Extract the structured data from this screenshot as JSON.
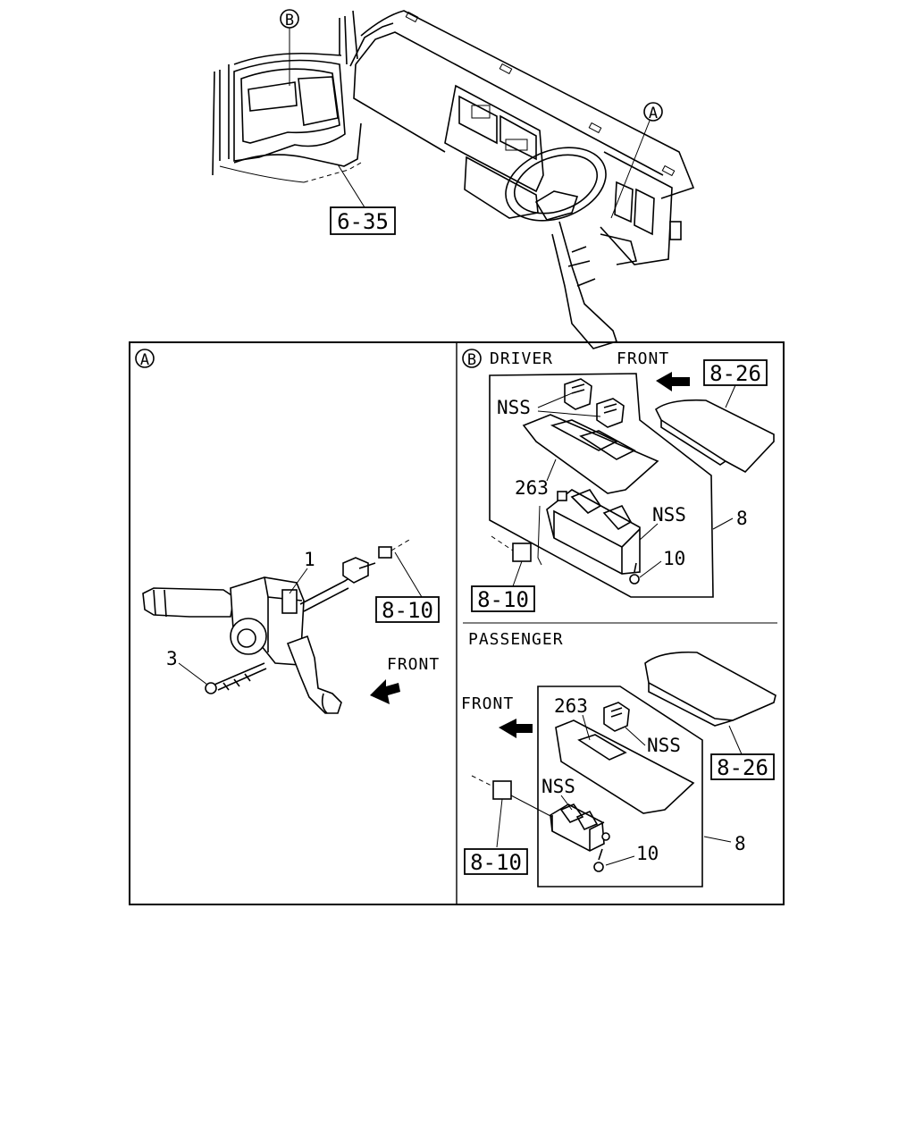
{
  "overview": {
    "callout_b": "B",
    "callout_a": "A",
    "ref_dashboard": "6-35"
  },
  "panel_a": {
    "tag": "A",
    "part_switch": "1",
    "part_screw": "3",
    "ref_connector": "8-10",
    "front_label": "FRONT"
  },
  "panel_b": {
    "tag": "B",
    "title": "DRIVER",
    "front_label": "FRONT",
    "ref_trim": "8-26",
    "nss_top": "NSS",
    "nss_right": "NSS",
    "part_bezel": "263",
    "part_assy": "8",
    "part_screw": "10",
    "ref_connector": "8-10"
  },
  "panel_passenger": {
    "title": "PASSENGER",
    "front_label": "FRONT",
    "part_bezel": "263",
    "nss_right": "NSS",
    "nss_left": "NSS",
    "ref_trim": "8-26",
    "part_assy": "8",
    "part_screw": "10",
    "ref_connector": "8-10"
  }
}
